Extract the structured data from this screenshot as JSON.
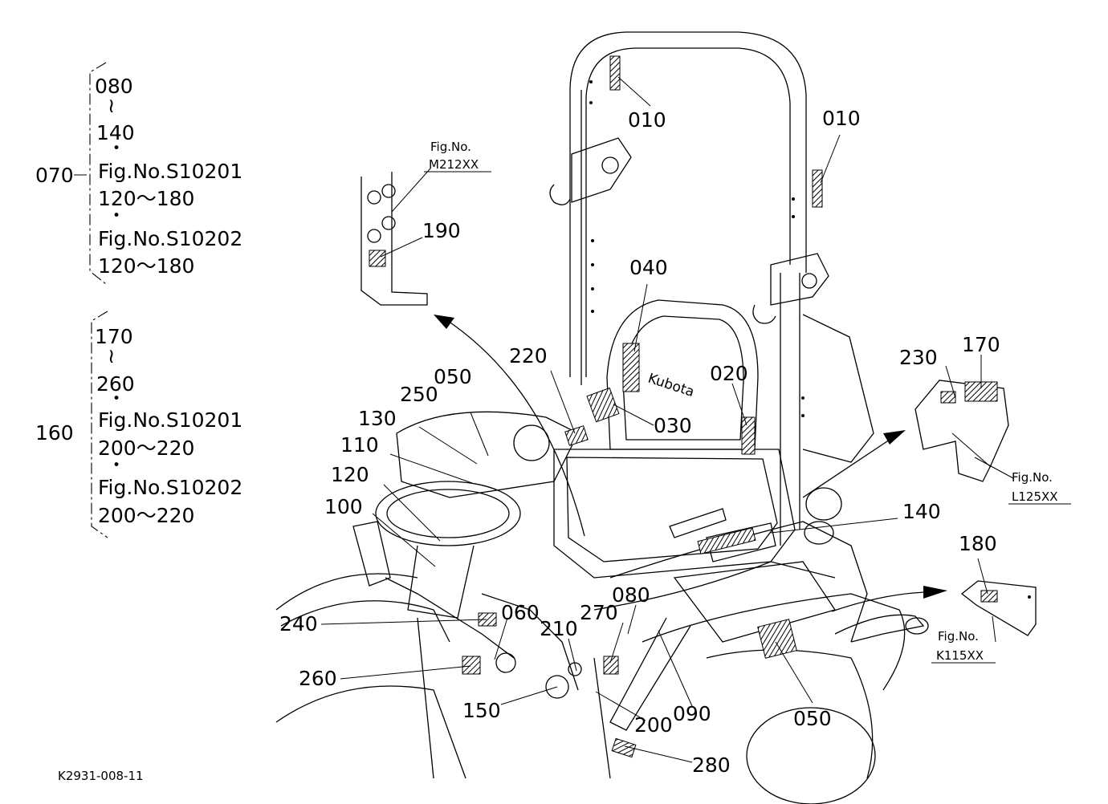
{
  "diagram": {
    "drawing_code": "K2931-008-11",
    "callouts": [
      "010",
      "010",
      "040",
      "020",
      "030",
      "050",
      "220",
      "250",
      "130",
      "110",
      "120",
      "100",
      "140",
      "240",
      "060",
      "210",
      "270",
      "080",
      "260",
      "150",
      "200",
      "090",
      "050",
      "280",
      "190",
      "230",
      "170",
      "180"
    ],
    "figure_refs": {
      "m212": {
        "line1": "Fig.No.",
        "line2": "M212XX"
      },
      "l125": {
        "line1": "Fig.No.",
        "line2": "L125XX"
      },
      "k115": {
        "line1": "Fig.No.",
        "line2": "K115XX"
      }
    },
    "group_070": {
      "id": "070",
      "lines": [
        "080",
        "≀",
        "140",
        "•",
        "Fig.No.S10201",
        "120～180",
        "•",
        "Fig.No.S10202",
        "120～180"
      ]
    },
    "group_160": {
      "id": "160",
      "lines": [
        "170",
        "≀",
        "260",
        "•",
        "Fig.No.S10201",
        "200～220",
        "•",
        "Fig.No.S10202",
        "200～220"
      ]
    }
  }
}
